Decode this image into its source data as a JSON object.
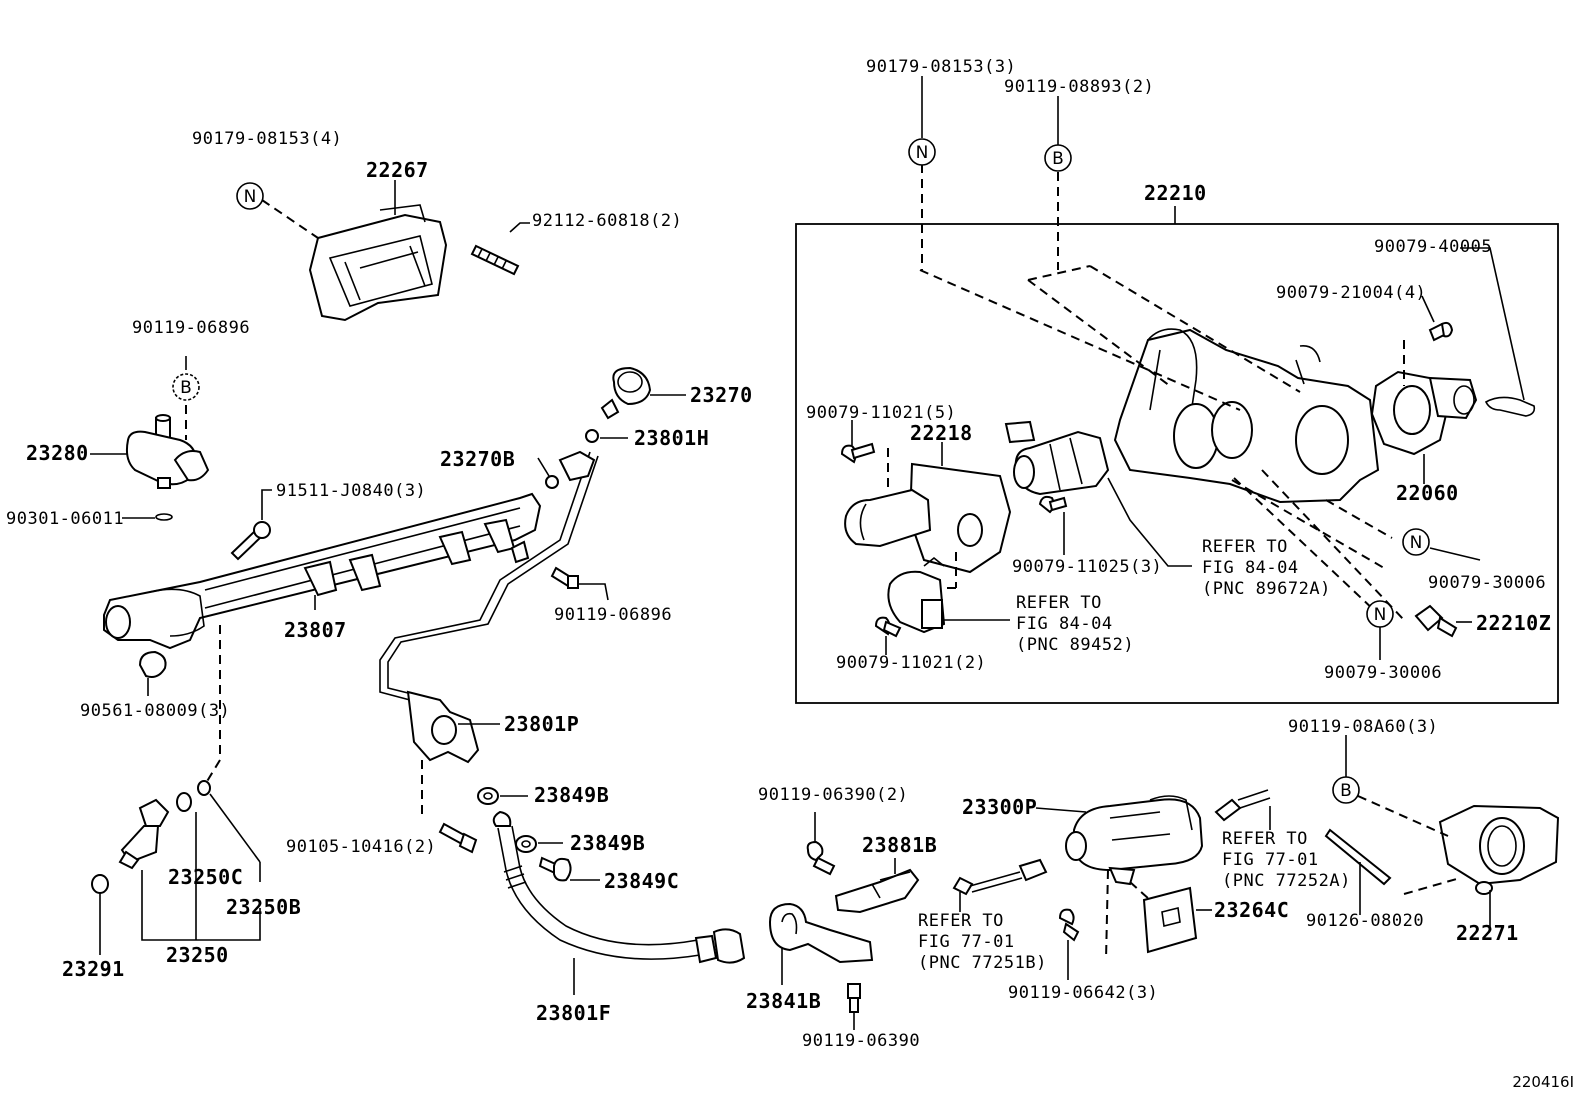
{
  "labels": {
    "p22267": "22267",
    "p90179_08153_4": "90179-08153(4)",
    "p92112_60818_2": "92112-60818(2)",
    "p90119_06896_a": "90119-06896",
    "p23280": "23280",
    "p90301_06011": "90301-06011",
    "p91511_j0840_3": "91511-J0840(3)",
    "p23270": "23270",
    "p23801h": "23801H",
    "p23270b": "23270B",
    "p23807": "23807",
    "p90119_06896_b": "90119-06896",
    "p90561_08009_3": "90561-08009(3)",
    "p23801p": "23801P",
    "p23849b_a": "23849B",
    "p23849b_b": "23849B",
    "p23849c": "23849C",
    "p90105_10416_2": "90105-10416(2)",
    "p23250c": "23250C",
    "p23250b": "23250B",
    "p23250": "23250",
    "p23291": "23291",
    "p23801f": "23801F",
    "p90119_06390_2": "90119-06390(2)",
    "p23881b": "23881B",
    "p23841b": "23841B",
    "p90119_06390": "90119-06390",
    "p23300p": "23300P",
    "p23264c": "23264C",
    "p90119_06642_3": "90119-06642(3)",
    "ref77_01_a_1": "REFER TO",
    "ref77_01_a_2": "FIG 77-01",
    "ref77_01_a_3": "(PNC 77251B)",
    "ref77_01_b_1": "REFER TO",
    "ref77_01_b_2": "FIG 77-01",
    "ref77_01_b_3": "(PNC 77252A)",
    "p90119_08a60_3": "90119-08A60(3)",
    "p90126_08020": "90126-08020",
    "p22271": "22271",
    "p90179_08153_3": "90179-08153(3)",
    "p90119_08893_2": "90119-08893(2)",
    "p22210": "22210",
    "p90079_40005": "90079-40005",
    "p90079_21004_4": "90079-21004(4)",
    "p90079_11021_5": "90079-11021(5)",
    "p22218": "22218",
    "p22060": "22060",
    "p90079_11025_3": "90079-11025(3)",
    "ref84_04_a_1": "REFER TO",
    "ref84_04_a_2": "FIG 84-04",
    "ref84_04_a_3": "(PNC 89672A)",
    "ref84_04_b_1": "REFER TO",
    "ref84_04_b_2": "FIG 84-04",
    "ref84_04_b_3": "(PNC 89452)",
    "p90079_30006_a": "90079-30006",
    "p22210z": "22210Z",
    "p90079_30006_b": "90079-30006",
    "p90079_11021_2": "90079-11021(2)",
    "mark_n": "N",
    "mark_b": "B"
  },
  "figure_code": "220416I"
}
